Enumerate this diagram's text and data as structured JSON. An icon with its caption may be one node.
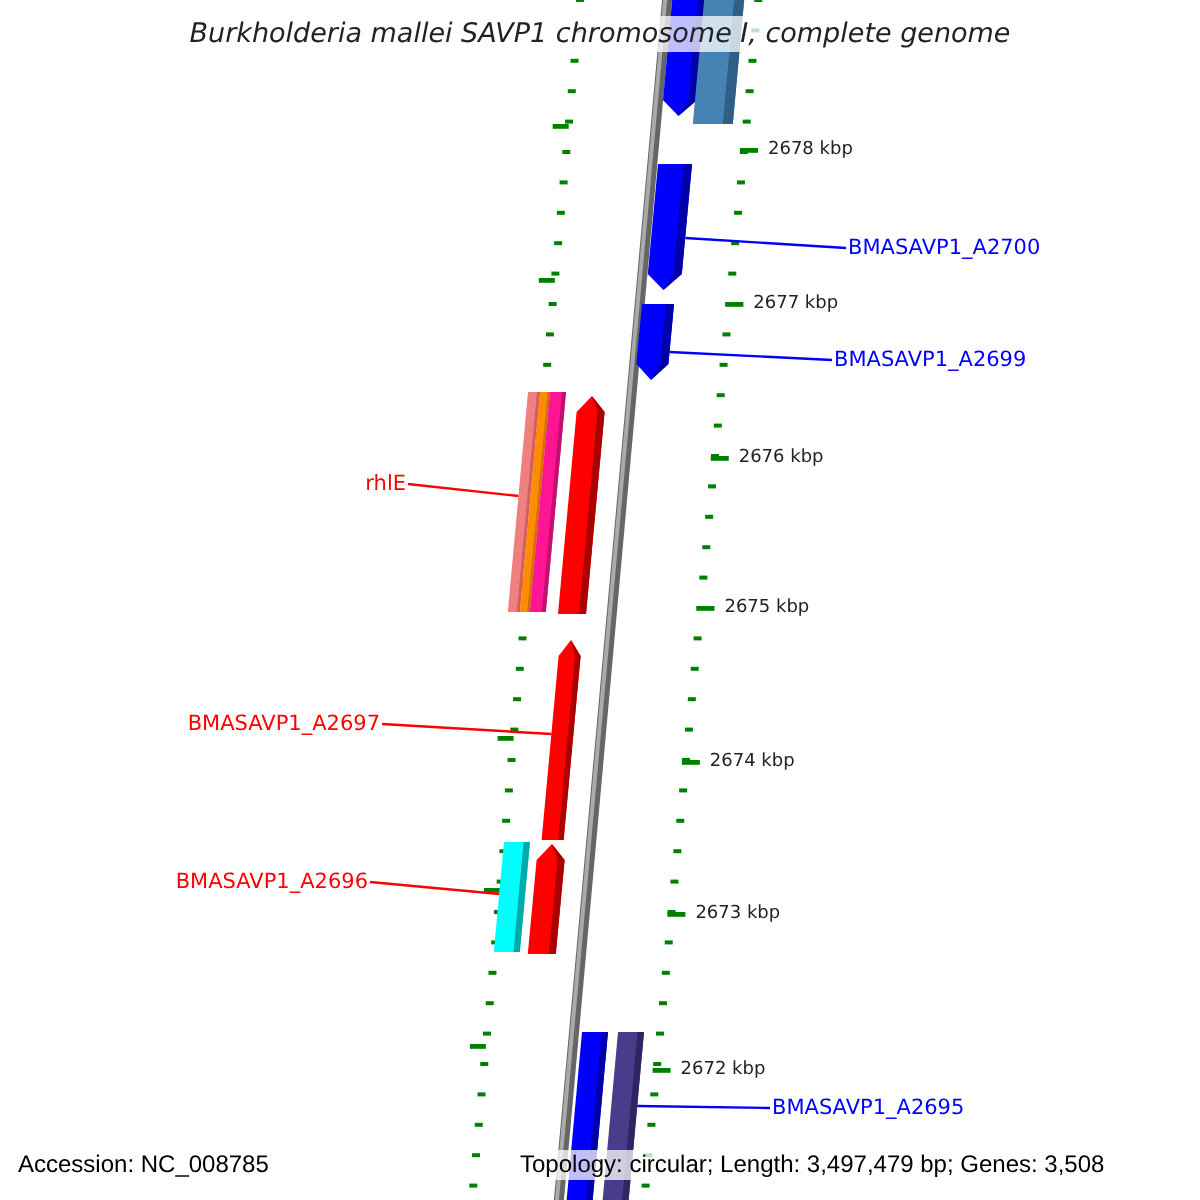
{
  "diagram": {
    "title": "Burkholderia mallei SAVP1 chromosome I, complete genome",
    "nodes": [
      {
        "text": [],
        "shape": "bar"
      },
      {
        "text": [],
        "shape": "bar"
      },
      {
        "text": [
          "BMASAVP1_A2700"
        ]
      },
      {
        "text": [],
        "shape": "bar"
      },
      {
        "text": [
          "BMASAVP1_A2699"
        ]
      },
      {
        "text": [],
        "shape": "bar"
      },
      {
        "text": [
          "rhlE"
        ]
      },
      {
        "text": [],
        "shape": "bar"
      },
      {
        "text": [],
        "shape": "bar"
      },
      {
        "text": [],
        "shape": "bar"
      },
      {
        "text": [],
        "shape": "bar"
      },
      {
        "text": [
          "BMASAVP1_A2697"
        ]
      },
      {
        "text": [],
        "shape": "bar"
      },
      {
        "text": [
          "BMASAVP1_A2696"
        ]
      },
      {
        "text": [],
        "shape": "bar"
      },
      {
        "text": [],
        "shape": "bar"
      },
      {
        "text": [
          "BMASAVP1_A2695"
        ]
      },
      {
        "text": [],
        "shape": "bar"
      },
      {
        "text": [],
        "shape": "bar"
      }
    ],
    "edges": [
      {
        "from": 2,
        "to": 3,
        "arrow": "none",
        "color": "#0000ff"
      },
      {
        "from": 4,
        "to": 5,
        "arrow": "none",
        "color": "#0000ff"
      },
      {
        "from": 6,
        "to": 7,
        "arrow": "none",
        "color": "#ff0000"
      },
      {
        "from": 11,
        "to": 12,
        "arrow": "none",
        "color": "#ff0000"
      },
      {
        "from": 13,
        "to": 14,
        "arrow": "none",
        "color": "#ff0000"
      },
      {
        "from": 16,
        "to": 18,
        "arrow": "none",
        "color": "#0000ff"
      }
    ],
    "labels": [
      "2678 kbp",
      "2677 kbp",
      "2676 kbp",
      "2675 kbp",
      "2674 kbp",
      "2673 kbp",
      "2672 kbp",
      "Accession: NC_008785",
      "Topology: circular; Length: 3,497,479 bp; Genes: 3,508"
    ]
  }
}
